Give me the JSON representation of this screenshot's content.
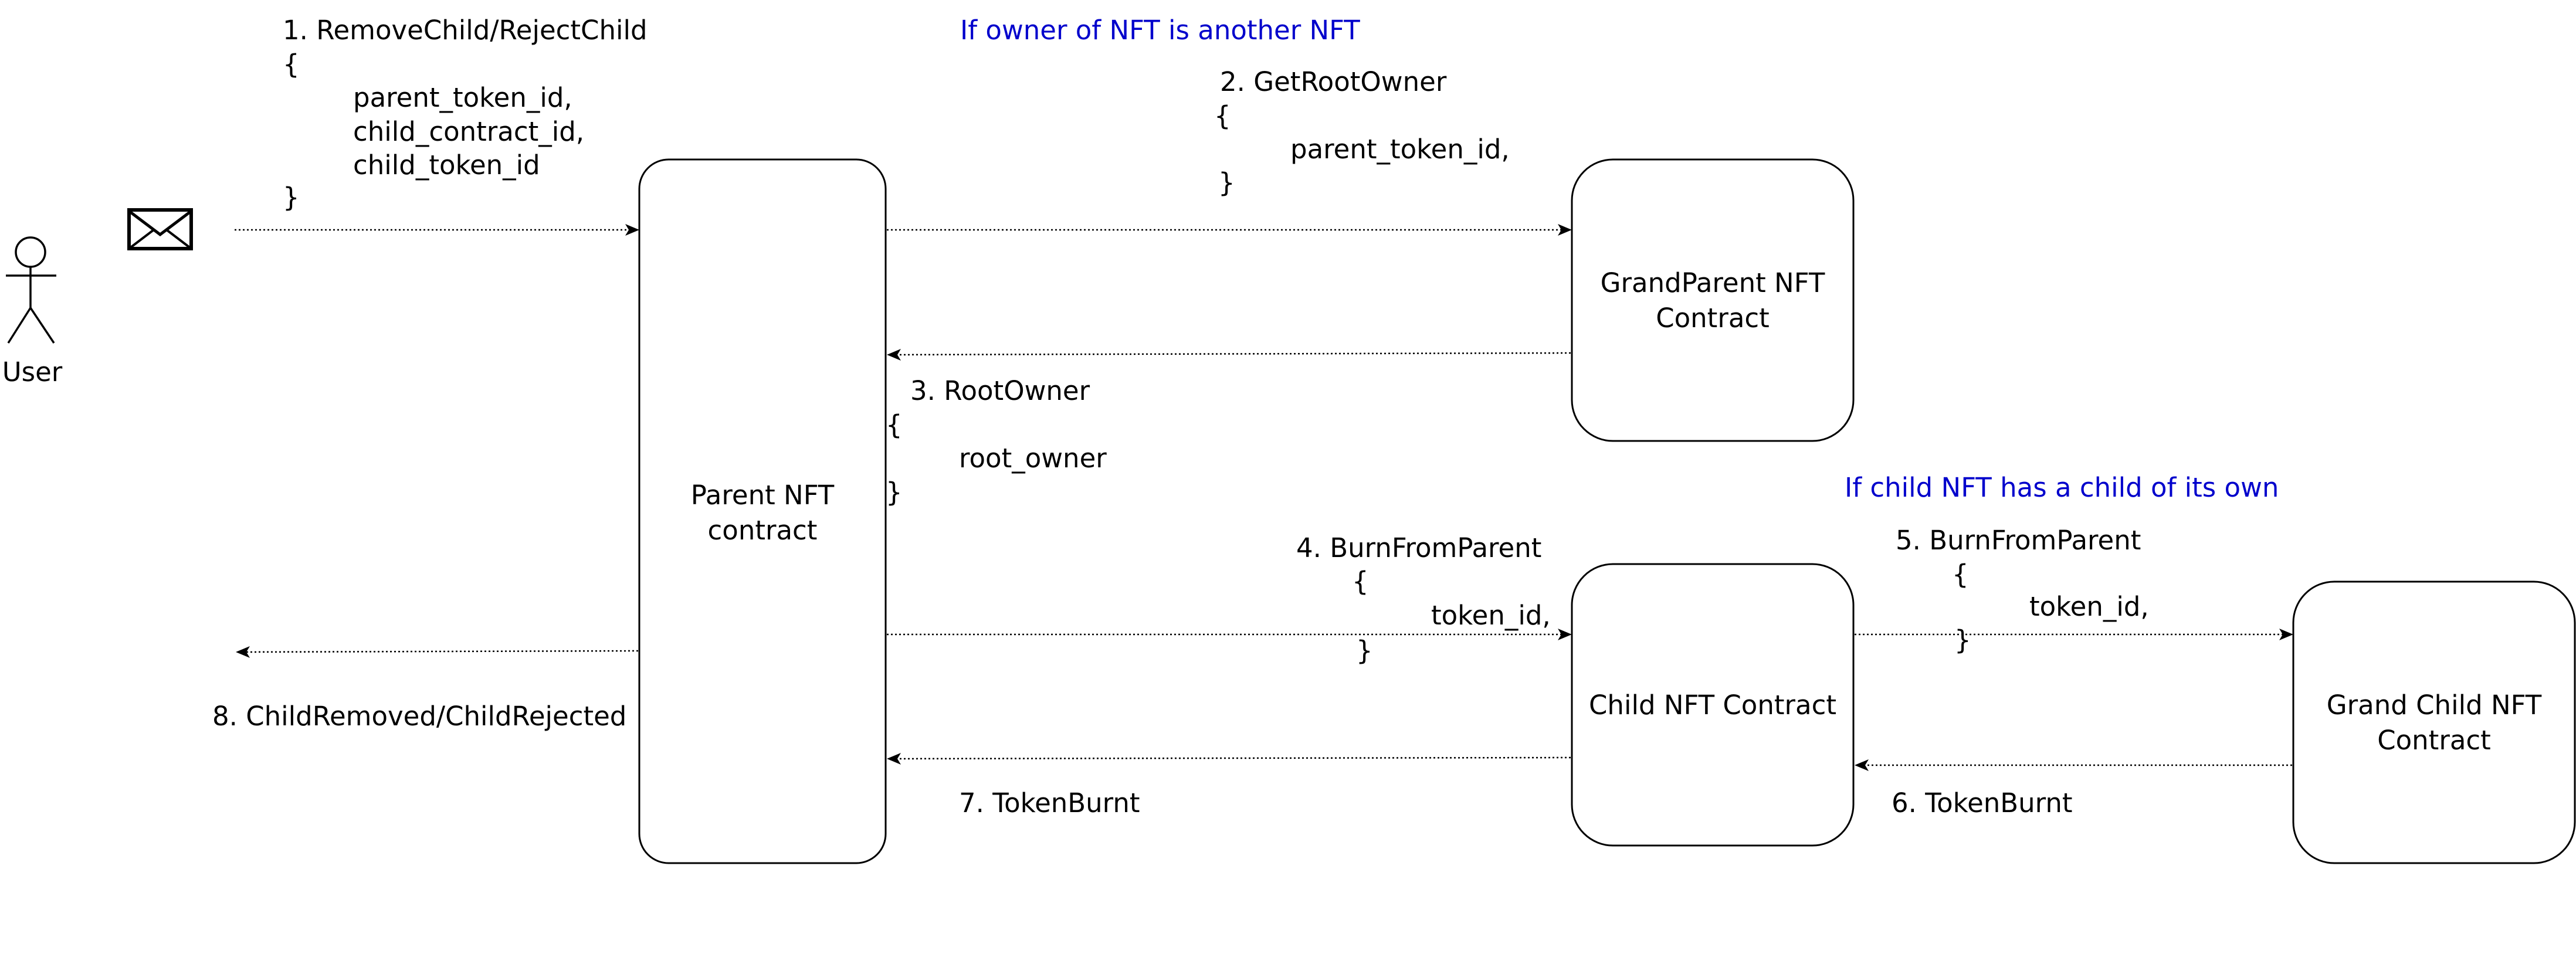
{
  "actor": {
    "label": "User",
    "icon": "stick-figure-icon"
  },
  "envelope": {
    "icon": "envelope-icon"
  },
  "boxes": {
    "parent": {
      "line1": "Parent NFT",
      "line2": "contract"
    },
    "grandparent": {
      "line1": "GrandParent NFT",
      "line2": "Contract"
    },
    "child": {
      "line1": "Child NFT Contract"
    },
    "grandchild": {
      "line1": "Grand Child NFT",
      "line2": "Contract"
    }
  },
  "conditions": {
    "owner_is_nft": "If owner of NFT is another NFT",
    "child_has_child": "If child NFT has a child of its own"
  },
  "messages": {
    "m1": {
      "title": "1. RemoveChild/RejectChild",
      "open": "{",
      "p1": "parent_token_id,",
      "p2": "child_contract_id,",
      "p3": "child_token_id",
      "close": "}"
    },
    "m2": {
      "title": "2. GetRootOwner",
      "open": "{",
      "p1": "parent_token_id,",
      "close": "}"
    },
    "m3": {
      "title": "3. RootOwner",
      "open": "{",
      "p1": "root_owner",
      "close": "}"
    },
    "m4": {
      "title": "4. BurnFromParent",
      "open": "{",
      "p1": "token_id,",
      "close": "}"
    },
    "m5": {
      "title": "5. BurnFromParent",
      "open": "{",
      "p1": "token_id,",
      "close": "}"
    },
    "m6": {
      "title": "6. TokenBurnt"
    },
    "m7": {
      "title": "7. TokenBurnt"
    },
    "m8": {
      "title": "8. ChildRemoved/ChildRejected"
    }
  },
  "colors": {
    "condition_text": "#0000cc",
    "line": "#000000"
  }
}
